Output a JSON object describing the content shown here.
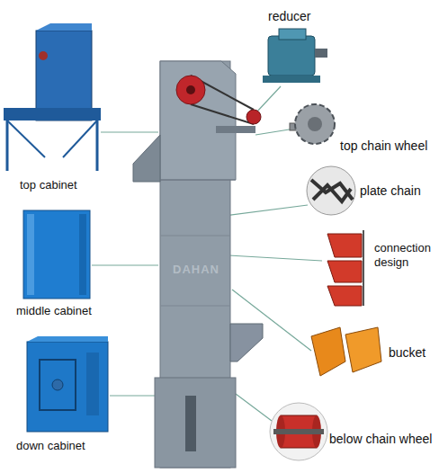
{
  "diagram": {
    "labels": [
      "reducer",
      "top cabinet",
      "top chain wheel",
      "plate chain",
      "middle cabinet",
      "connection design",
      "bucket",
      "down cabinet",
      "below chain wheel",
      "DAHAN"
    ]
  }
}
